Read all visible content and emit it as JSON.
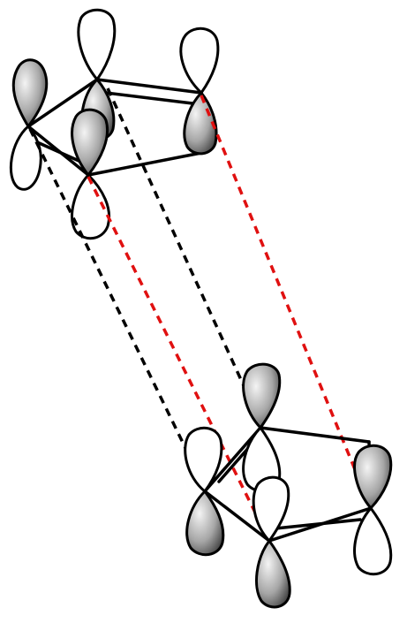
{
  "diagram": {
    "description_visible_text": "",
    "colors": {
      "bond": "#000000",
      "orbital_outline": "#000000",
      "lobe_shaded_dark": "#555555",
      "lobe_shaded_light": "#f2f2f2",
      "interaction_primary": "#e01010",
      "interaction_secondary": "#000000",
      "background": "#ffffff"
    },
    "molecules": [
      {
        "name": "top-ring",
        "atoms": 5
      },
      {
        "name": "bottom-ring",
        "atoms": 5
      }
    ],
    "interactions": [
      {
        "type": "red-dashed"
      },
      {
        "type": "red-dashed"
      },
      {
        "type": "black-dashed"
      },
      {
        "type": "black-dashed"
      }
    ]
  }
}
